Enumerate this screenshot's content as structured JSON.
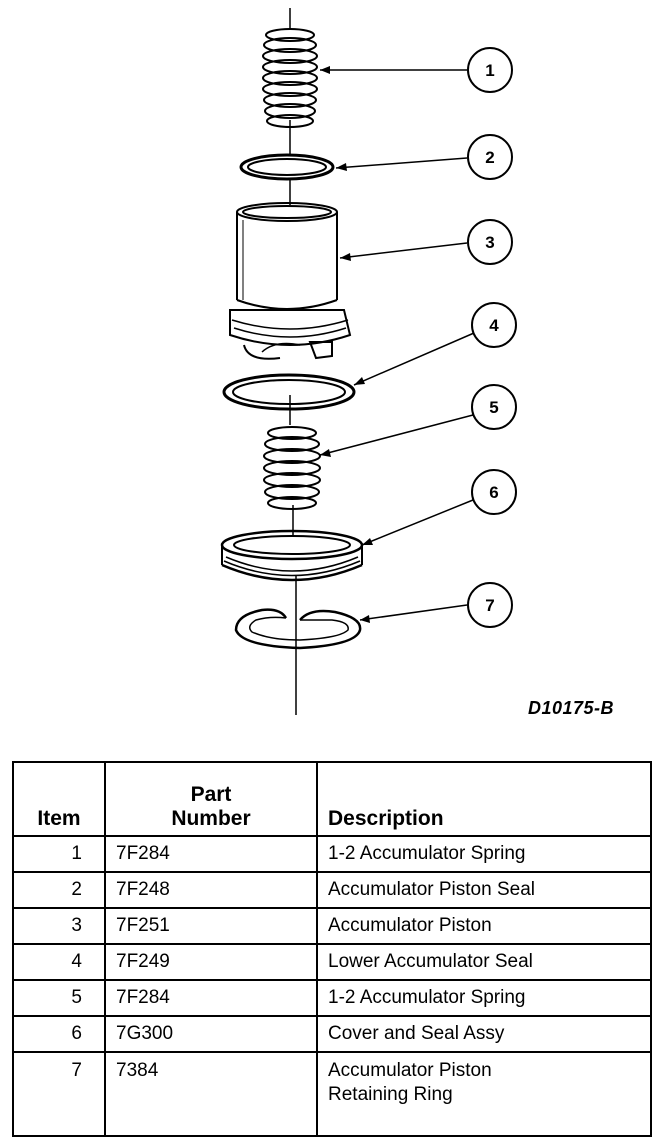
{
  "figure": {
    "code": "D10175-B",
    "callouts": [
      "1",
      "2",
      "3",
      "4",
      "5",
      "6",
      "7"
    ],
    "icons": [
      "accumulator-spring-icon",
      "piston-seal-icon",
      "accumulator-piston-icon",
      "lower-seal-icon",
      "cover-seal-icon",
      "retaining-ring-icon"
    ]
  },
  "table": {
    "headers": {
      "item": "Item",
      "part_line1": "Part",
      "part_line2": "Number",
      "description": "Description"
    },
    "rows": [
      {
        "item": "1",
        "part": "7F284",
        "desc": [
          "1-2 Accumulator Spring"
        ]
      },
      {
        "item": "2",
        "part": "7F248",
        "desc": [
          "Accumulator Piston Seal"
        ]
      },
      {
        "item": "3",
        "part": "7F251",
        "desc": [
          "Accumulator Piston"
        ]
      },
      {
        "item": "4",
        "part": "7F249",
        "desc": [
          "Lower Accumulator Seal"
        ]
      },
      {
        "item": "5",
        "part": "7F284",
        "desc": [
          "1-2 Accumulator Spring"
        ]
      },
      {
        "item": "6",
        "part": "7G300",
        "desc": [
          "Cover and Seal Assy"
        ]
      },
      {
        "item": "7",
        "part": "7384",
        "desc": [
          "Accumulator Piston",
          "Retaining Ring"
        ]
      }
    ]
  }
}
